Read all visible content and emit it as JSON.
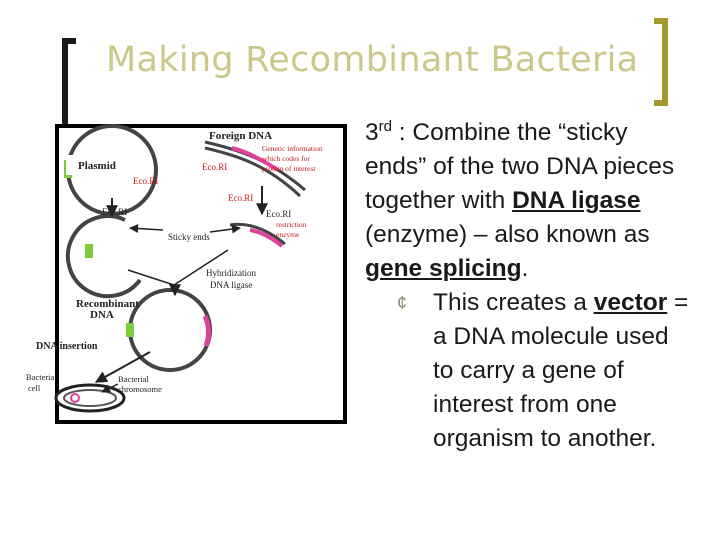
{
  "slide": {
    "title": "Making Recombinant Bacteria",
    "text_part1": "3",
    "text_sup": "rd",
    "text_part2": " : Combine the “sticky ends” of the two DNA pieces together with ",
    "text_u1": "DNA ligase ",
    "text_part3": "(enzyme) – also known as ",
    "text_u2": "gene splicing",
    "text_part4": ".",
    "bullet_symbol": "¢",
    "bullet_part1": "This creates a ",
    "bullet_u": "vector",
    "bullet_part2": " = a DNA molecule used to carry a gene of interest from one organism to another."
  },
  "diagram": {
    "labels": {
      "foreign_dna": "Foreign DNA",
      "genetic_info_1": "Genetic information",
      "genetic_info_2": "which codes for",
      "genetic_info_3": "protein of interest",
      "plasmid": "Plasmid",
      "ecori_plasmid": "Eco.RI",
      "ecori_foreign": "Eco.RI",
      "ecori_red": "Eco.RI",
      "ecori_left": "Eco.RI",
      "ecori_right": "Eco.RI",
      "restriction_1": "restriction",
      "restriction_2": "enzyme",
      "sticky_ends": "Sticky ends",
      "hybridization": "Hybridization",
      "dna_ligase": "DNA ligase",
      "recombinant_1": "Recombinant",
      "recombinant_2": "DNA",
      "dna_insertion": "DNA insertion",
      "bacteria_1": "Bacteria",
      "bacteria_2": "cell",
      "bacterial_1": "Bacterial",
      "bacterial_2": "chromosome"
    },
    "colors": {
      "plasmid_green": "#7ccc3c",
      "foreign_pink": "#e0409a",
      "label_red": "#c41a1a",
      "border": "#000000"
    }
  }
}
